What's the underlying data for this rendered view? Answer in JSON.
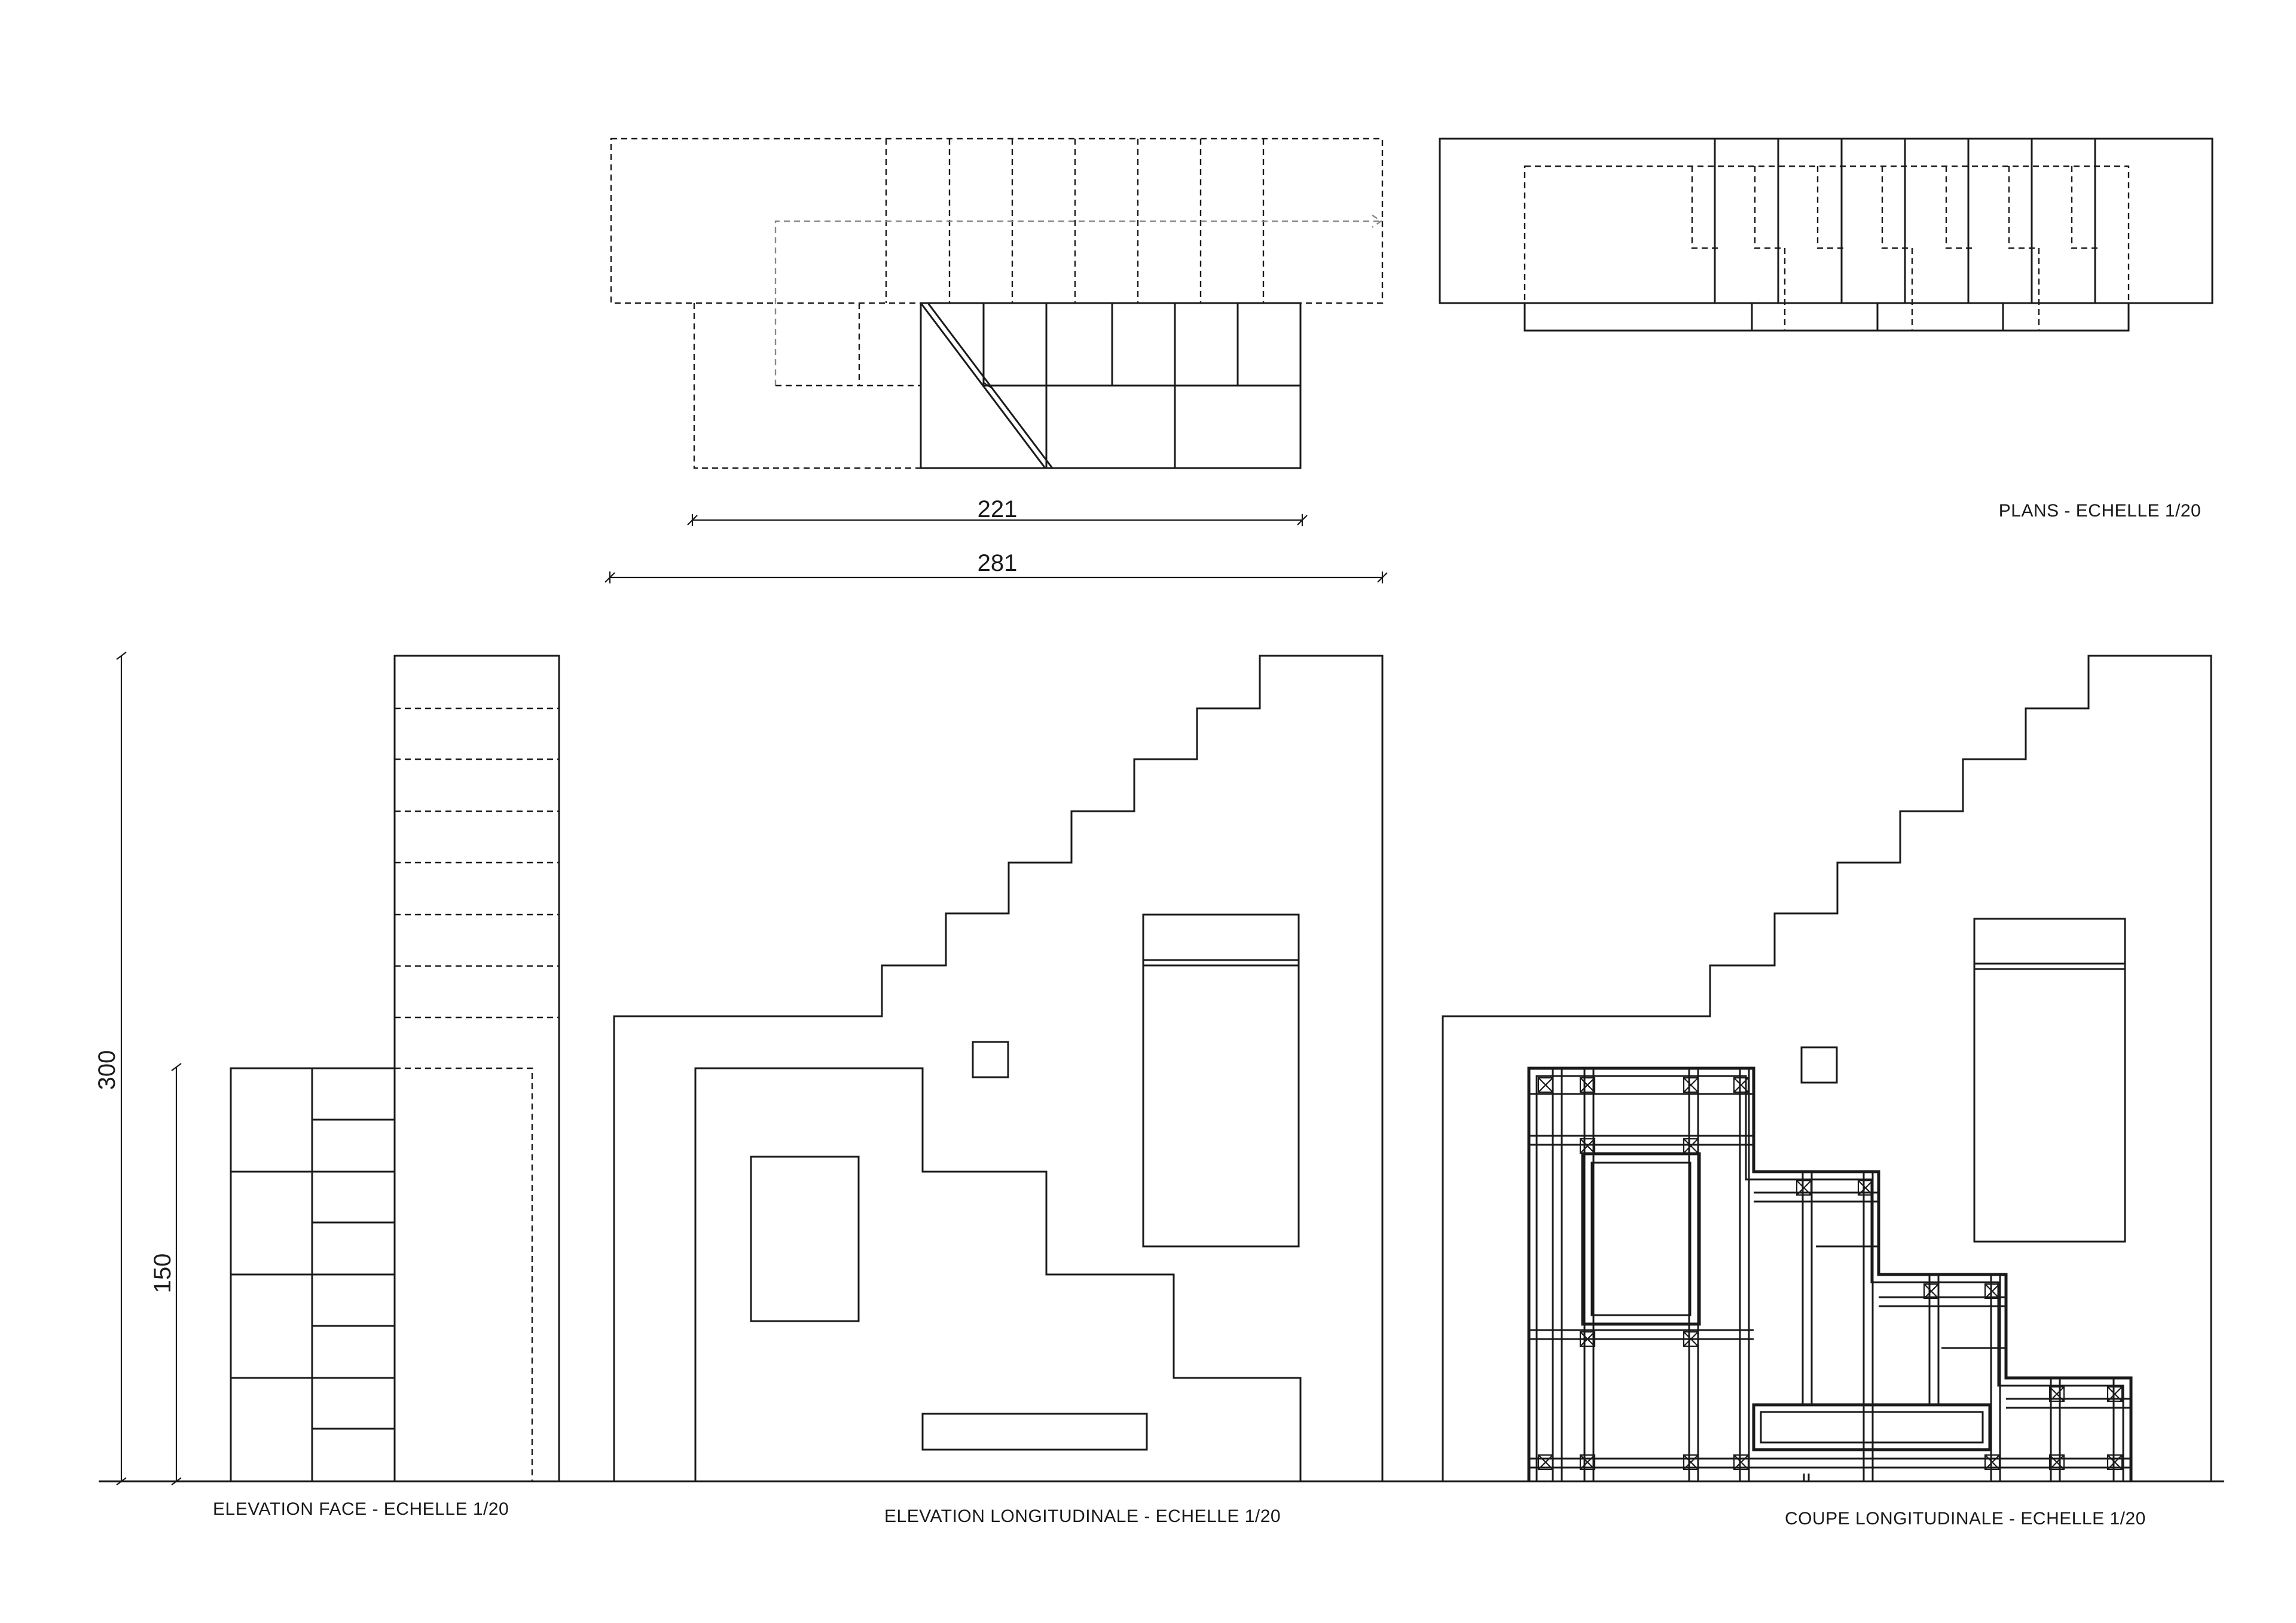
{
  "labels": {
    "plans": "PLANS - ECHELLE 1/20",
    "elevation_face": "ELEVATION FACE -  ECHELLE 1/20",
    "elevation_longitudinale": "ELEVATION LONGITUDINALE - ECHELLE 1/20",
    "coupe_longitudinale": "COUPE LONGITUDINALE - ECHELLE 1/20"
  },
  "dimensions": {
    "plan_inner_width": "221",
    "plan_total_width": "281",
    "total_height": "300",
    "lower_height": "150"
  }
}
